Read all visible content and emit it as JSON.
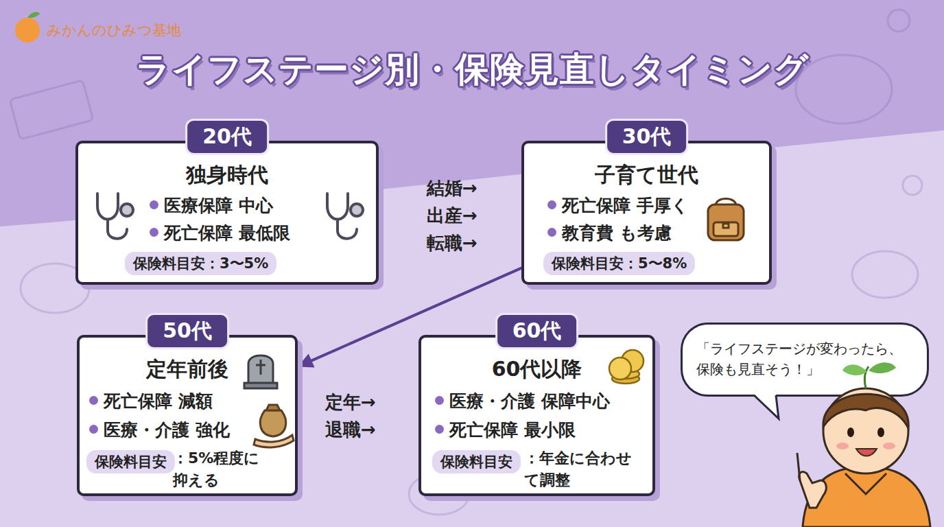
{
  "diagram": {
    "title": "ライフステージ別・保険見直しタイミング",
    "nodes": [
      {
        "text": [
          "20代",
          "独身時代",
          "医療保障 中心",
          "死亡保障 最低限",
          "保険料目安：3〜5%"
        ]
      },
      {
        "text": [
          "30代",
          "子育て世代",
          "死亡保障 手厚く",
          "教育費 も考慮",
          "保険料目安：5〜8%"
        ]
      },
      {
        "text": [
          "50代",
          "定年前後",
          "死亡保障 減額",
          "医療・介護 強化",
          "保険料目安",
          "：5%程度に 抑える"
        ]
      },
      {
        "text": [
          "60代",
          "60代以降",
          "医療・介護 保障中心",
          "死亡保障 最小限",
          "保険料目安",
          "：年金に合わせ て調整"
        ]
      },
      {
        "text": [
          "「ライフステージが変わったら、 保険も見直そう！」"
        ]
      }
    ],
    "edges": [
      {
        "from": 1,
        "to": 2,
        "arrow": "to"
      }
    ],
    "labels": [
      "みかんのひみつ基地",
      "結婚→ 出産→ 転職→",
      "定年→ 退職→",
      "$",
      "¥"
    ]
  }
}
